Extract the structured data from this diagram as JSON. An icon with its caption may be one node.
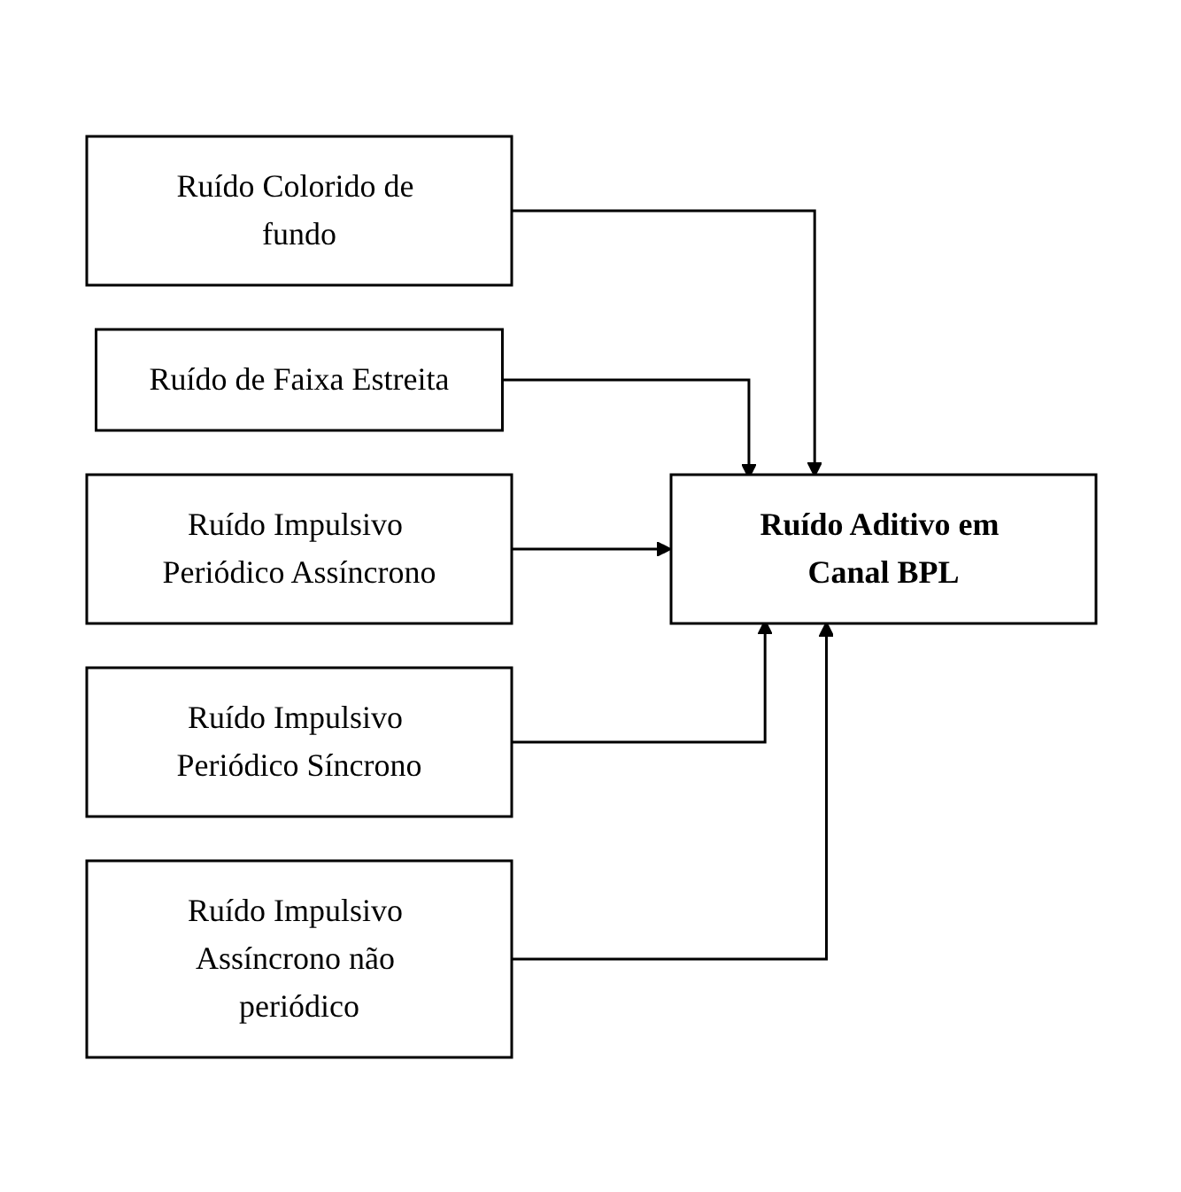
{
  "diagram": {
    "nodes": [
      {
        "text": [
          "Ruído Colorido de fundo"
        ]
      },
      {
        "text": [
          "Ruído de Faixa Estreita"
        ]
      },
      {
        "text": [
          "Ruído Impulsivo Periódico Assíncrono"
        ]
      },
      {
        "text": [
          "Ruído Impulsivo Periódico Síncrono"
        ]
      },
      {
        "text": [
          "Ruído Impulsivo Assíncrono não periódico"
        ]
      },
      {
        "text": [
          "Ruído Aditivo em Canal BPL"
        ]
      }
    ],
    "edges": [
      {
        "from": 0,
        "to": 5,
        "arrow": "to"
      },
      {
        "from": 1,
        "to": 5,
        "arrow": "to"
      },
      {
        "from": 2,
        "to": 5,
        "arrow": "to"
      },
      {
        "from": 3,
        "to": 5,
        "arrow": "to"
      },
      {
        "from": 4,
        "to": 5,
        "arrow": "to"
      }
    ]
  }
}
